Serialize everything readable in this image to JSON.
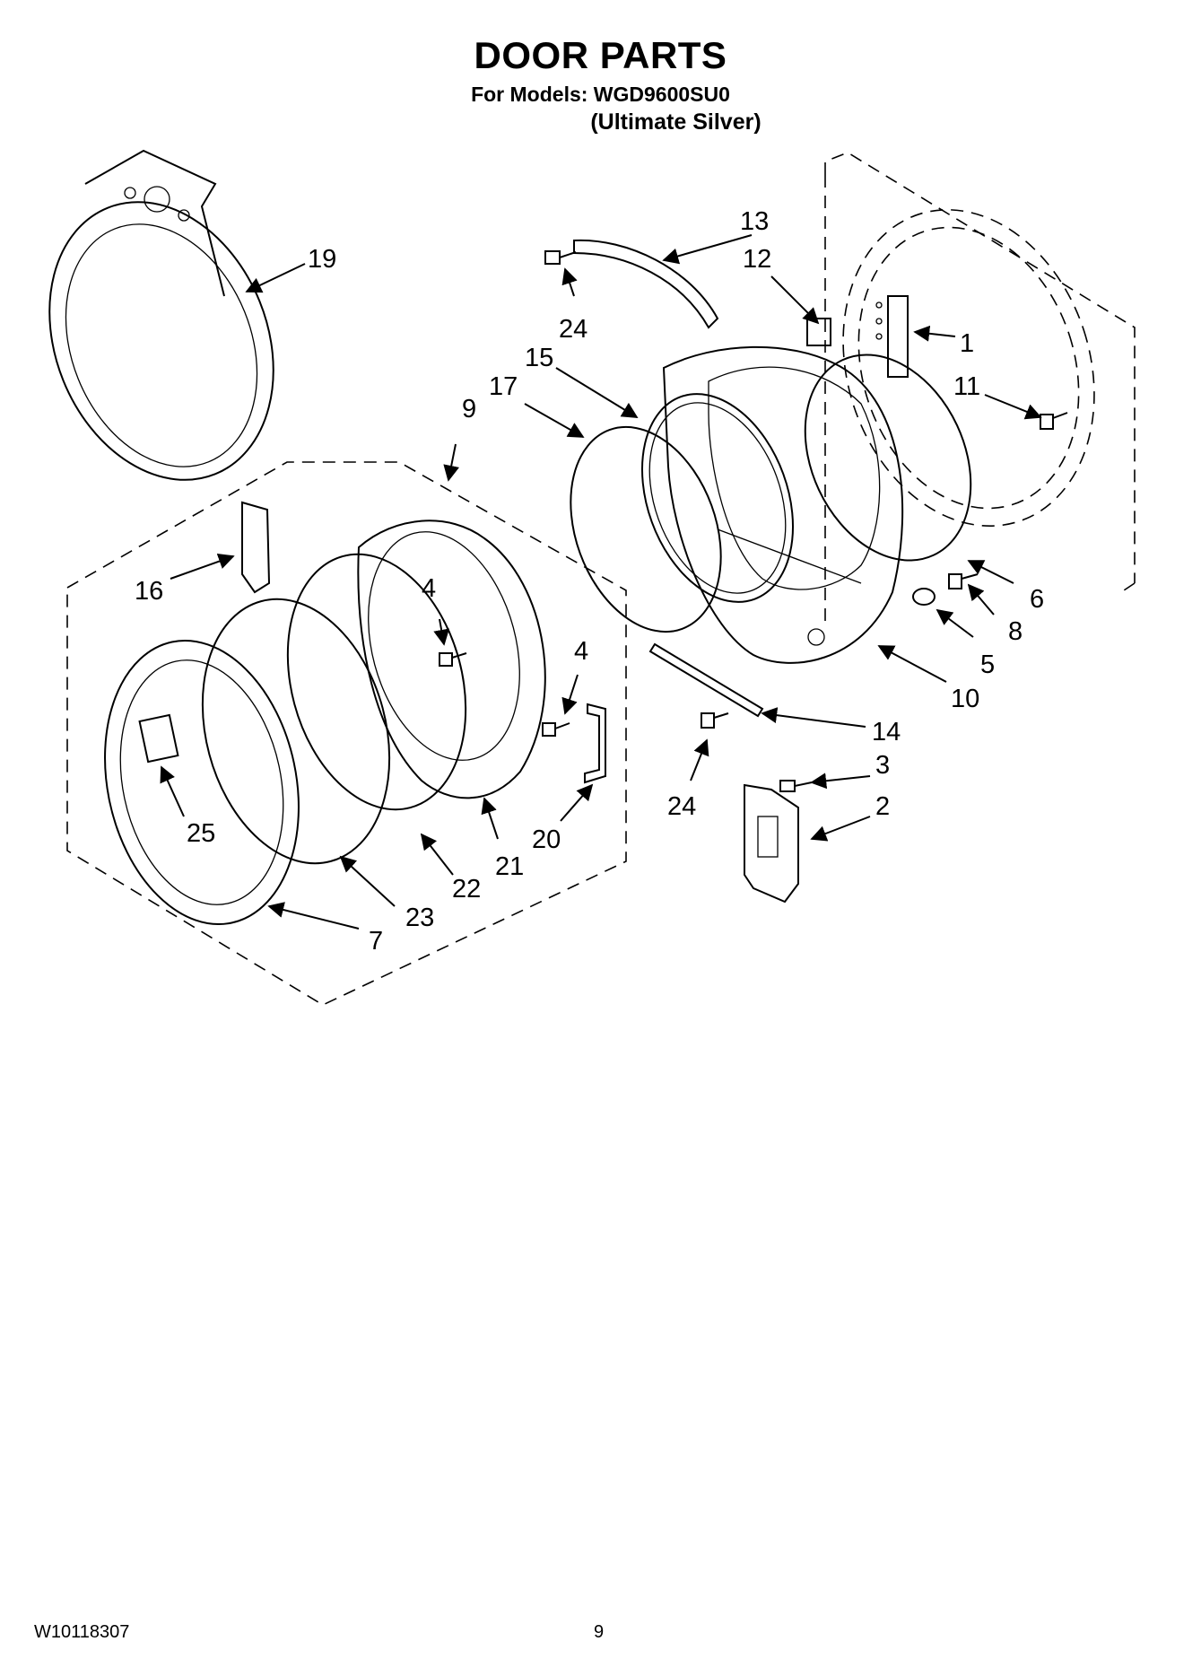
{
  "header": {
    "title": "DOOR PARTS",
    "models_line": "For Models: WGD9600SU0",
    "variant_line": "(Ultimate Silver)"
  },
  "callouts": {
    "c1": "1",
    "c2": "2",
    "c3": "3",
    "c4a": "4",
    "c4b": "4",
    "c5": "5",
    "c6": "6",
    "c7": "7",
    "c8": "8",
    "c9": "9",
    "c10": "10",
    "c11": "11",
    "c12": "12",
    "c13": "13",
    "c14": "14",
    "c15": "15",
    "c16": "16",
    "c17": "17",
    "c19": "19",
    "c20": "20",
    "c21": "21",
    "c22": "22",
    "c23": "23",
    "c24a": "24",
    "c24b": "24",
    "c25": "25"
  },
  "footer": {
    "doc_number": "W10118307",
    "page_number": "9"
  }
}
